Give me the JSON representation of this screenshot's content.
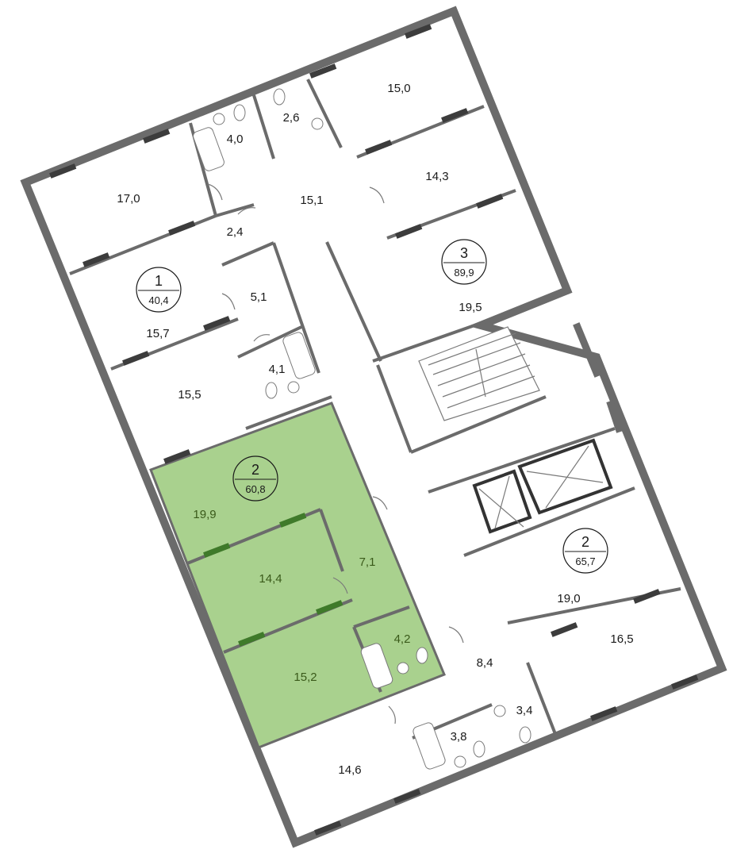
{
  "colors": {
    "highlight_fill": "#a9d18e",
    "wall": "#6b6b6b",
    "window_mark": "#3c3c3c",
    "highlight_window_mark": "#3f7a2a"
  },
  "apartments": [
    {
      "rooms": "1",
      "area": "40,4"
    },
    {
      "rooms": "3",
      "area": "89,9"
    },
    {
      "rooms": "2",
      "area": "60,8",
      "highlighted": true
    },
    {
      "rooms": "2",
      "area": "65,7"
    }
  ],
  "rooms": [
    "17,0",
    "4,0",
    "2,6",
    "15,0",
    "14,3",
    "15,1",
    "2,4",
    "15,7",
    "5,1",
    "19,5",
    "4,1",
    "15,5",
    "19,9",
    "7,1",
    "14,4",
    "4,2",
    "15,2",
    "8,4",
    "19,0",
    "16,5",
    "3,8",
    "3,4",
    "14,6"
  ],
  "icons": [
    "stair-icon",
    "elevator-icon",
    "bathtub-icon",
    "toilet-icon",
    "sink-icon",
    "door-swing-icon"
  ]
}
